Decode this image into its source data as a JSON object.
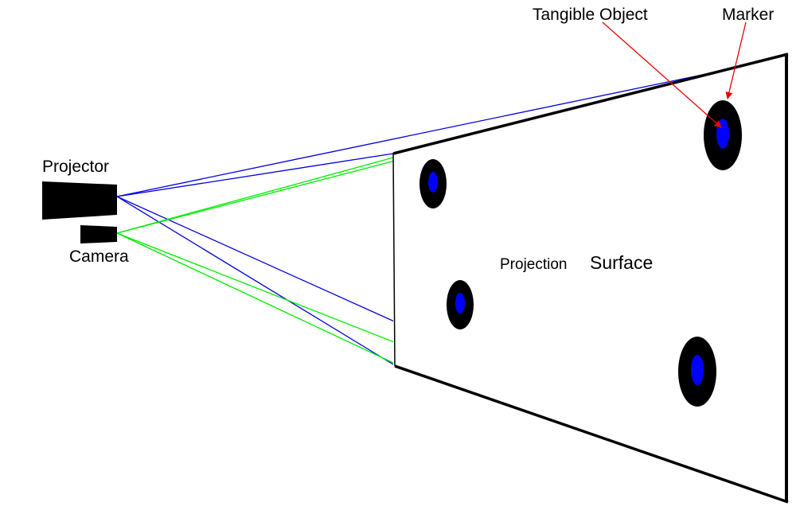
{
  "labels": {
    "projector": "Projector",
    "camera": "Camera",
    "projection_word": "Projection",
    "surface_word": "Surface",
    "tangible_object": "Tangible Object",
    "marker": "Marker"
  },
  "colors": {
    "projector_rays": "#0000dd",
    "camera_rays": "#00ee00",
    "callout_arrows": "#ee0000",
    "marker_ring": "#000000",
    "tangible_object": "#0000ff"
  },
  "tangible_objects_count": 4
}
